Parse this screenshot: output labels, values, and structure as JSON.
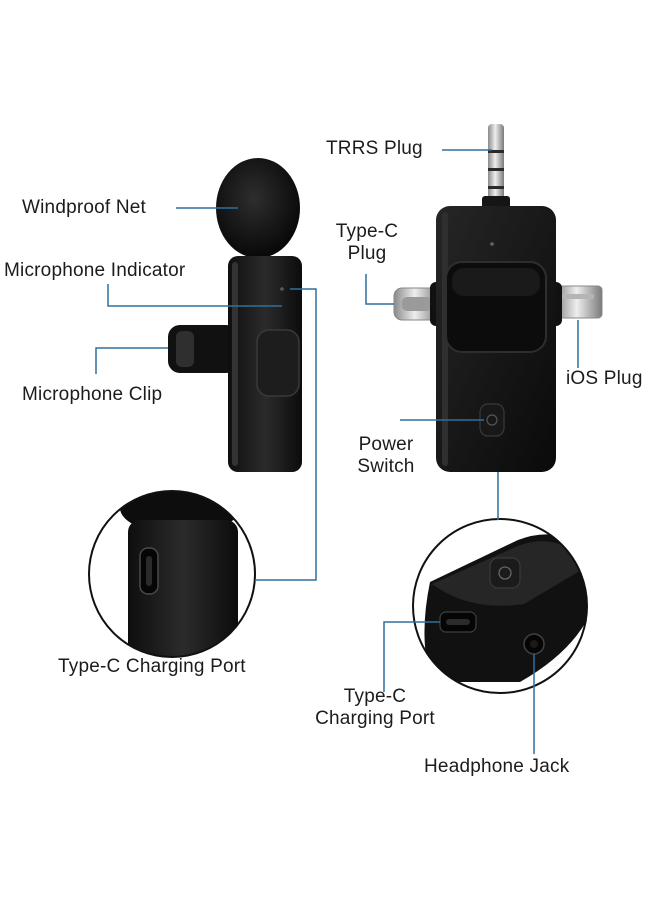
{
  "labels": {
    "windproof_net": "Windproof Net",
    "microphone_indicator": "Microphone Indicator",
    "microphone_clip": "Microphone Clip",
    "type_c_charging_port_mic": "Type-C Charging Port",
    "trrs_plug": "TRRS Plug",
    "type_c_plug_line1": "Type-C",
    "type_c_plug_line2": "Plug",
    "ios_plug": "iOS Plug",
    "power_switch_line1": "Power",
    "power_switch_line2": "Switch",
    "type_c_charging_port_rx_line1": "Type-C",
    "type_c_charging_port_rx_line2": "Charging Port",
    "headphone_jack": "Headphone Jack"
  },
  "colors": {
    "leader_line": "#2f6f9e",
    "device_body": "#141414",
    "device_highlight": "#2a2a2a",
    "metal": "#c9c9c9",
    "text": "#1c1c1c"
  }
}
